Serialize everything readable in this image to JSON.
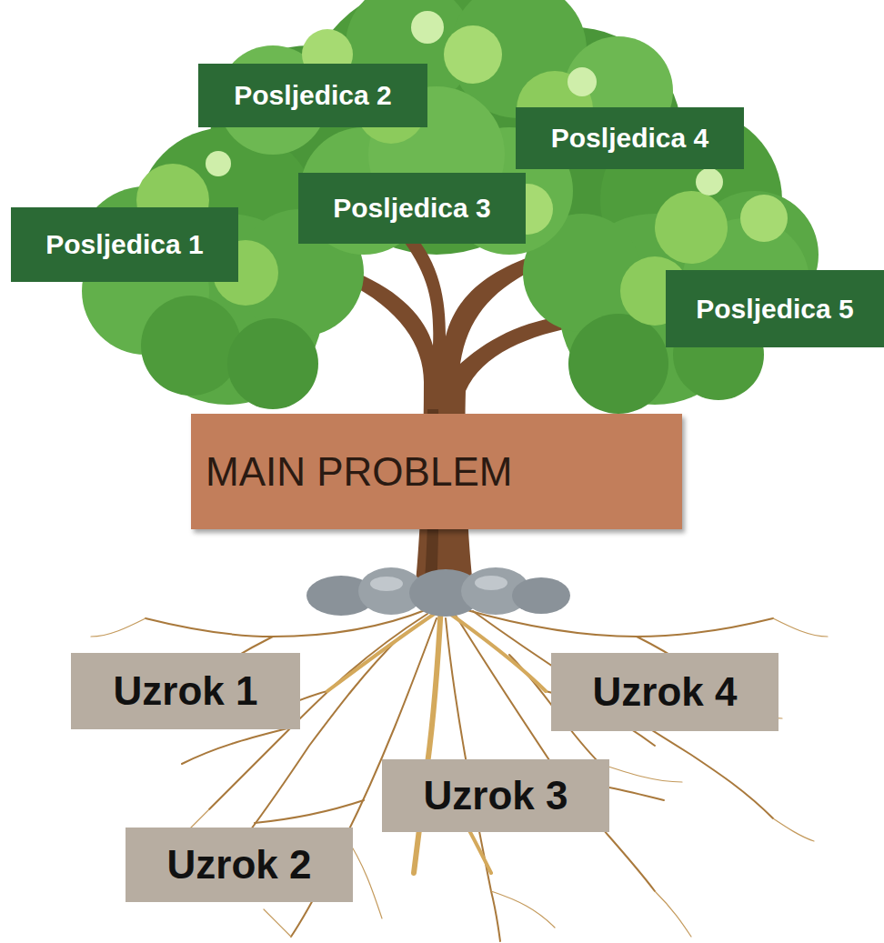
{
  "diagram": {
    "nodes": [
      {
        "text": [
          "Posljedica 2"
        ]
      },
      {
        "text": [
          "Posljedica 4"
        ]
      },
      {
        "text": [
          "Posljedica 3"
        ]
      },
      {
        "text": [
          "Posljedica 1"
        ]
      },
      {
        "text": [
          "Posljedica 5"
        ]
      },
      {
        "text": [
          "MAIN PROBLEM"
        ]
      },
      {
        "text": [
          "Uzrok 1"
        ]
      },
      {
        "text": [
          "Uzrok 4"
        ]
      },
      {
        "text": [
          "Uzrok 3"
        ]
      },
      {
        "text": [
          "Uzrok 2"
        ]
      }
    ]
  }
}
